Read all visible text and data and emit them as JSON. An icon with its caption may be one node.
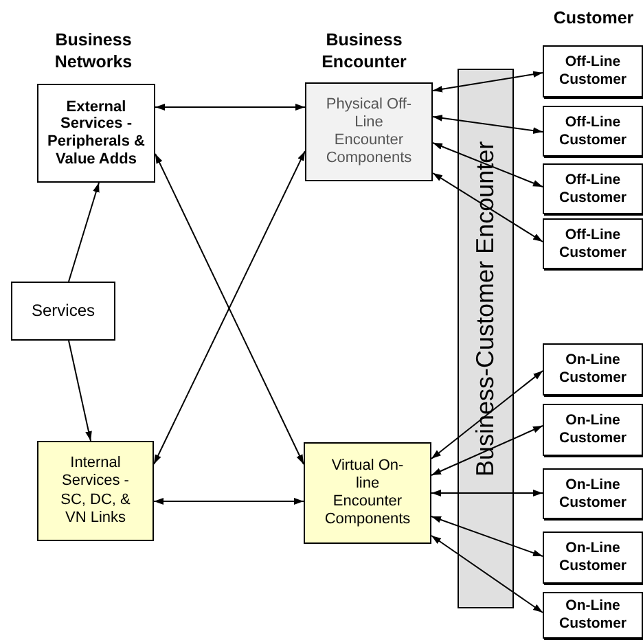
{
  "diagram": {
    "nodes": [
      {
        "text": [
          "External Services - Peripherals & Value Adds"
        ]
      },
      {
        "text": [
          "Services"
        ]
      },
      {
        "text": [
          "Internal Services - SC, DC, & VN Links"
        ]
      },
      {
        "text": [
          "Physical Off-Line Encounter Components"
        ]
      },
      {
        "text": [
          "Virtual On-line Encounter Components"
        ]
      },
      {
        "text": [
          "Off-Line Customer"
        ]
      },
      {
        "text": [
          "Off-Line Customer"
        ]
      },
      {
        "text": [
          "Off-Line Customer"
        ]
      },
      {
        "text": [
          "Off-Line Customer"
        ]
      },
      {
        "text": [
          "On-Line Customer"
        ]
      },
      {
        "text": [
          "On-Line Customer"
        ]
      },
      {
        "text": [
          "On-Line Customer"
        ]
      },
      {
        "text": [
          "On-Line Customer"
        ]
      },
      {
        "text": [
          "On-Line Customer"
        ]
      }
    ],
    "edges": [
      {
        "from": 0,
        "to": 3,
        "arrow": "both"
      },
      {
        "from": 1,
        "to": 0,
        "arrow": "to"
      },
      {
        "from": 1,
        "to": 2,
        "arrow": "to"
      },
      {
        "from": 2,
        "to": 4,
        "arrow": "both"
      },
      {
        "from": 2,
        "to": 3,
        "arrow": "both"
      },
      {
        "from": 0,
        "to": 4,
        "arrow": "both"
      },
      {
        "from": 3,
        "to": 5,
        "arrow": "both"
      },
      {
        "from": 3,
        "to": 6,
        "arrow": "both"
      },
      {
        "from": 3,
        "to": 7,
        "arrow": "both"
      },
      {
        "from": 3,
        "to": 8,
        "arrow": "both"
      },
      {
        "from": 4,
        "to": 9,
        "arrow": "both"
      },
      {
        "from": 4,
        "to": 10,
        "arrow": "both"
      },
      {
        "from": 4,
        "to": 11,
        "arrow": "both"
      },
      {
        "from": 4,
        "to": 12,
        "arrow": "both"
      },
      {
        "from": 4,
        "to": 13,
        "arrow": "both"
      }
    ],
    "labels": [
      "Customer",
      "Business Networks",
      "Business Encounter",
      "Business-Customer Encounter"
    ]
  }
}
